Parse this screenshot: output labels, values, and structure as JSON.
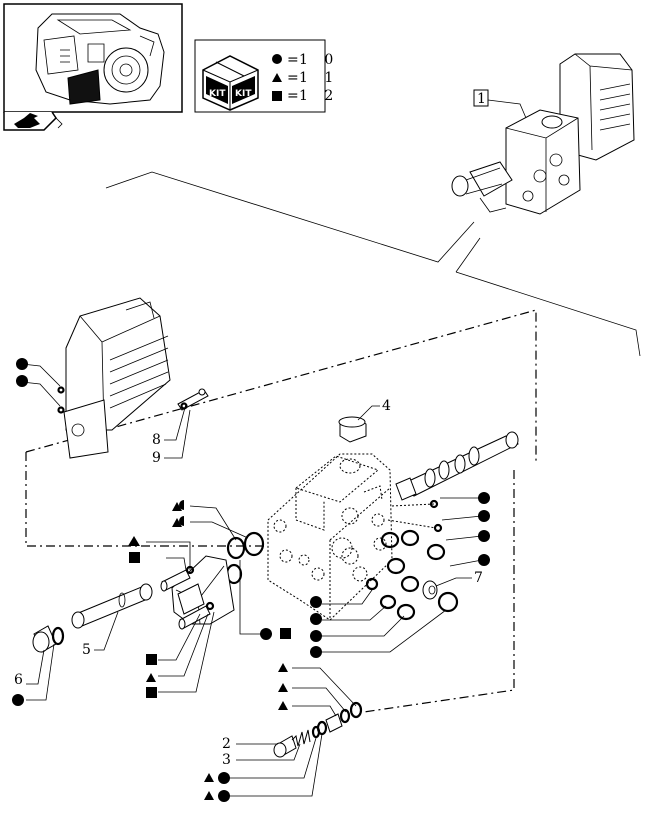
{
  "kit_legend": {
    "circle_value": "1 0",
    "triangle_value": "1 1",
    "square_value": "1 2",
    "kit_label": "KIT",
    "equals": "="
  },
  "reference_label": "1",
  "parts": [
    {
      "num": "2"
    },
    {
      "num": "3"
    },
    {
      "num": "4"
    },
    {
      "num": "5"
    },
    {
      "num": "6"
    },
    {
      "num": "7"
    },
    {
      "num": "8"
    },
    {
      "num": "9"
    }
  ],
  "icons": {
    "circle": "kit-circle-icon",
    "triangle": "kit-triangle-icon",
    "square": "kit-square-icon",
    "nav": "navigation-arrow-icon"
  }
}
